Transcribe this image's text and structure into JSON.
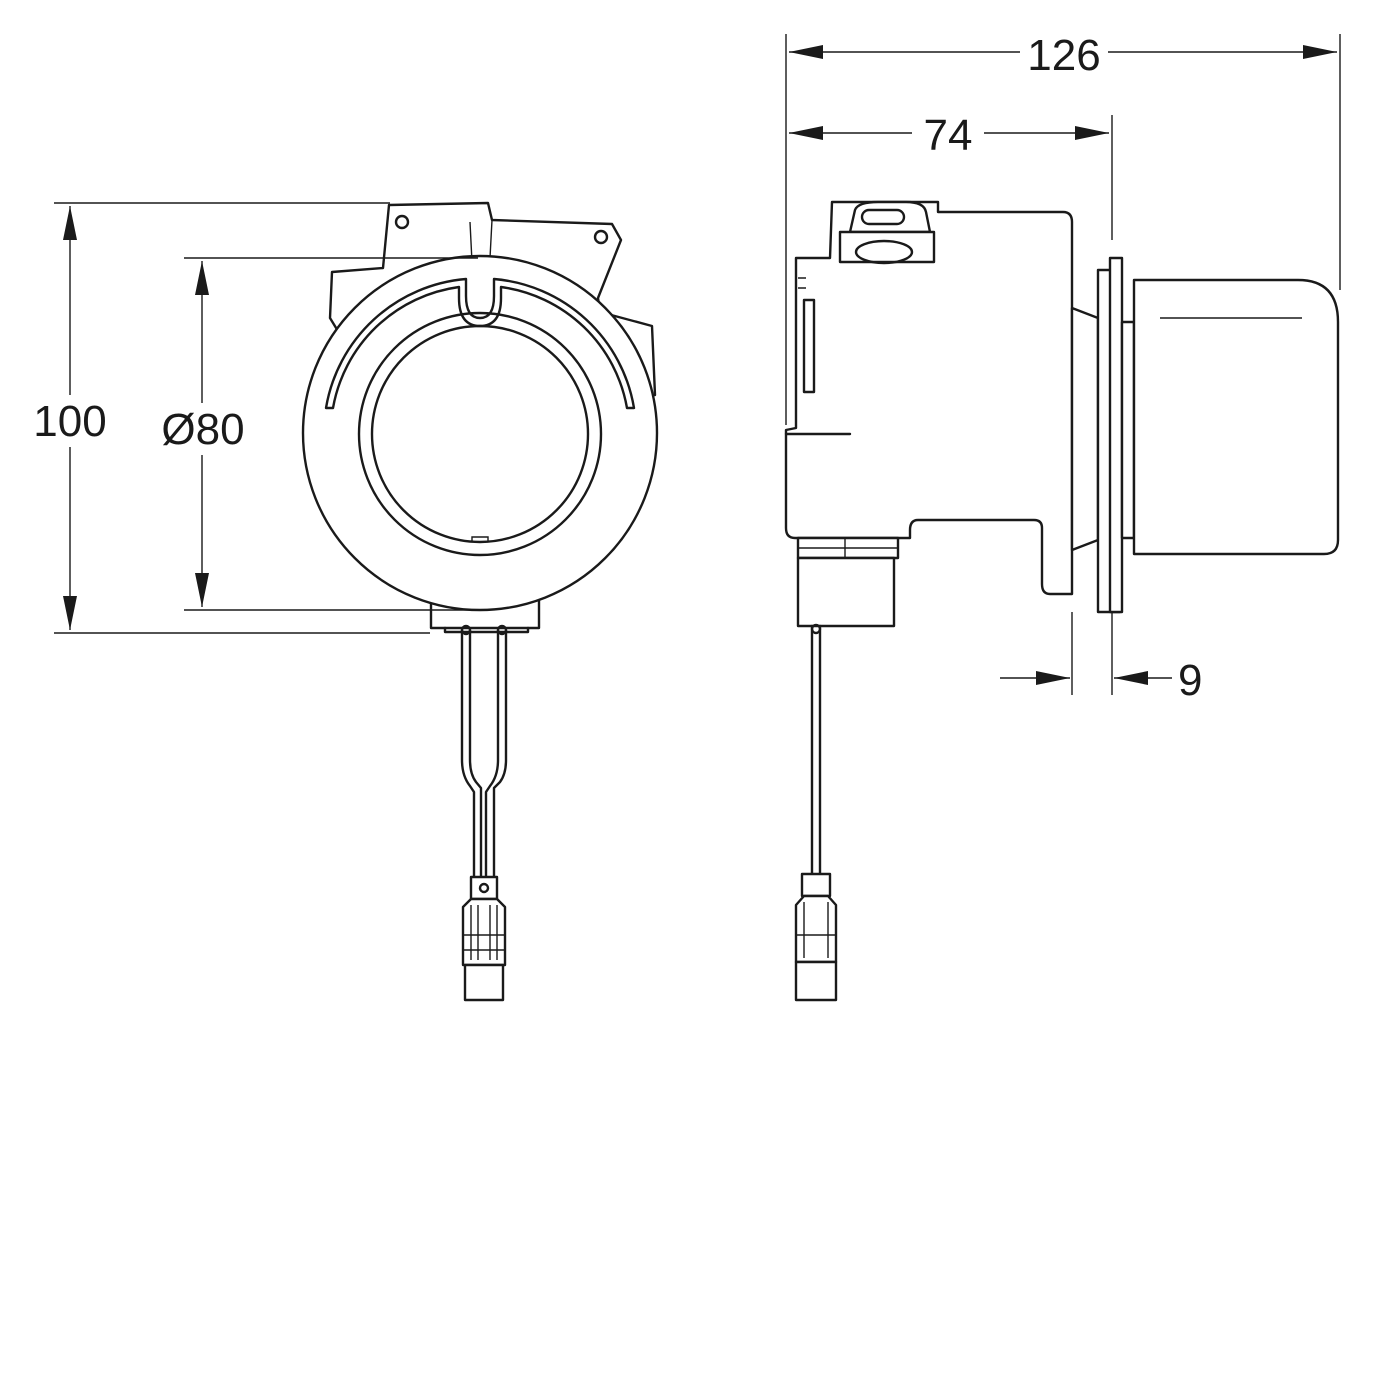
{
  "dimensions": {
    "total_height": "100",
    "diameter": "Ø80",
    "total_depth": "126",
    "body_depth": "74",
    "flange_thickness": "9"
  },
  "colors": {
    "stroke": "#1a1a1a",
    "background": "#ffffff"
  }
}
